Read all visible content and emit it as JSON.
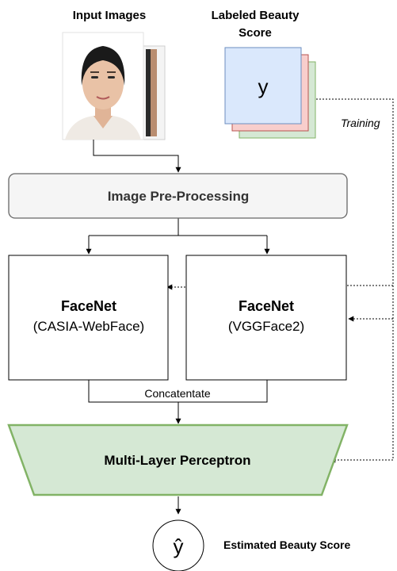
{
  "labels": {
    "input_images": "Input Images",
    "labeled_line1": "Labeled Beauty",
    "labeled_line2": "Score",
    "y_symbol": "y",
    "training": "Training",
    "preprocessing": "Image Pre-Processing",
    "facenet1_title": "FaceNet",
    "facenet1_sub": "(CASIA-WebFace)",
    "facenet2_title": "FaceNet",
    "facenet2_sub": "(VGGFace2)",
    "concatenate": "Concatentate",
    "mlp": "Multi-Layer Perceptron",
    "y_hat_symbol": "ŷ",
    "estimated": "Estimated Beauty Score"
  },
  "colors": {
    "stack_blue": "#dae8fc",
    "stack_red": "#f8cecc",
    "stack_green": "#d5e8d4",
    "mlp_fill": "#d5e8d4",
    "mlp_stroke": "#82b366",
    "preproc_fill": "#f5f5f5",
    "preproc_stroke": "#666666",
    "skin": "#e9c2a6",
    "hair": "#1a1a1a"
  }
}
